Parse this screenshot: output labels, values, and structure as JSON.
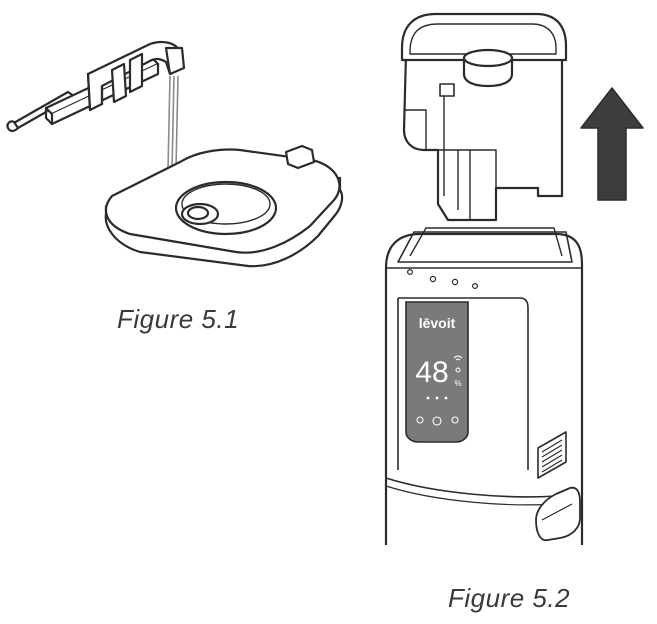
{
  "figures": [
    {
      "caption": "Figure 5.1"
    },
    {
      "caption": "Figure 5.2"
    }
  ],
  "device": {
    "brand": "lēvoit",
    "display_value": "48",
    "display_unit": "%"
  },
  "colors": {
    "line": "#2b2b2b",
    "arrow": "#3d3d3d",
    "water": "#8a8a8a",
    "display_bg": "#7a7a7a",
    "display_text": "#ffffff"
  },
  "icons": [
    "faucet-icon",
    "tank-lid-icon",
    "water-tank-icon",
    "arrow-up-icon",
    "humidifier-base-icon"
  ]
}
